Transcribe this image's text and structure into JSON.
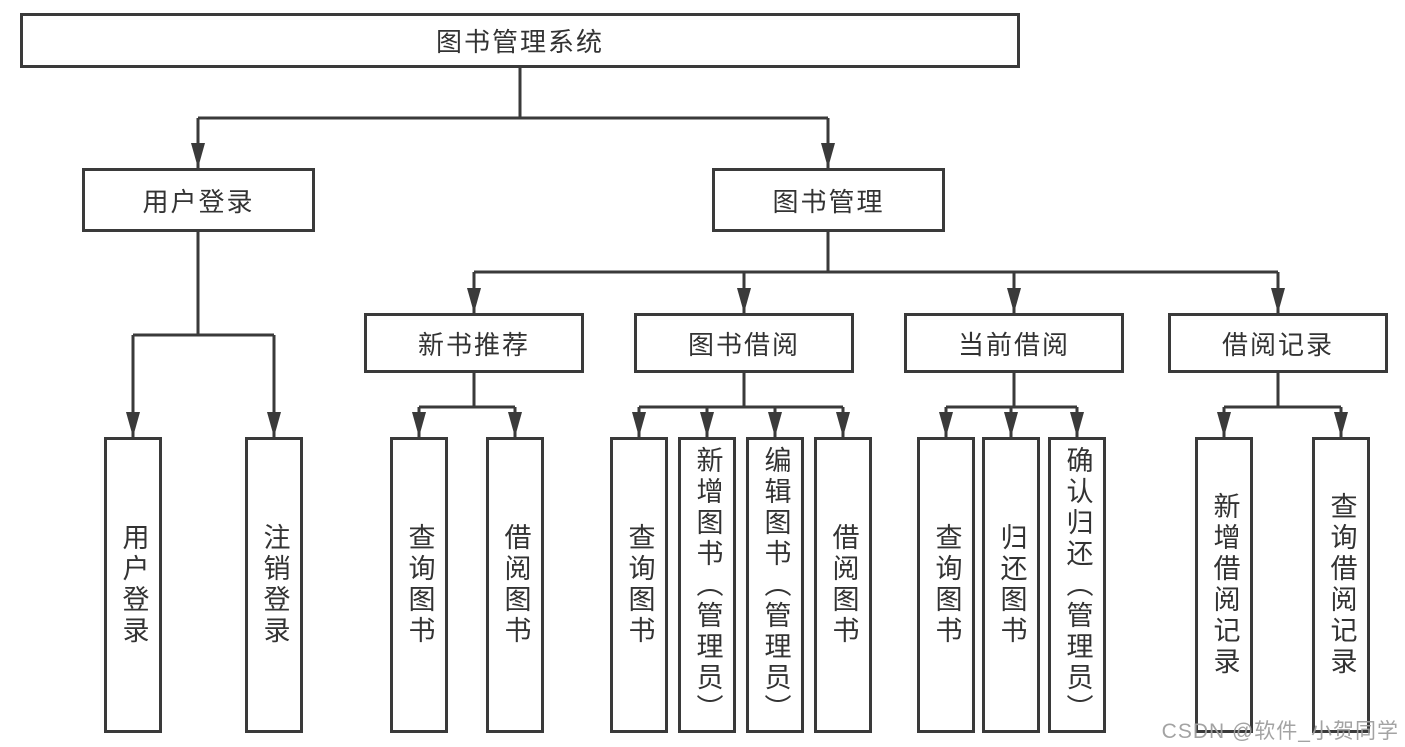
{
  "diagram": {
    "root": {
      "label": "图书管理系统"
    },
    "level2": [
      {
        "label": "用户登录"
      },
      {
        "label": "图书管理"
      }
    ],
    "level3": [
      {
        "label": "新书推荐"
      },
      {
        "label": "图书借阅"
      },
      {
        "label": "当前借阅"
      },
      {
        "label": "借阅记录"
      }
    ],
    "leaves": [
      {
        "label": "用户登录"
      },
      {
        "label": "注销登录"
      },
      {
        "label": "查询图书"
      },
      {
        "label": "借阅图书"
      },
      {
        "label": "查询图书"
      },
      {
        "label": "新增图书（管理员）"
      },
      {
        "label": "编辑图书（管理员）"
      },
      {
        "label": "借阅图书"
      },
      {
        "label": "查询图书"
      },
      {
        "label": "归还图书"
      },
      {
        "label": "确认归还（管理员）"
      },
      {
        "label": "新增借阅记录"
      },
      {
        "label": "查询借阅记录"
      }
    ],
    "watermark": "CSDN @软件_小贺同学",
    "colors": {
      "line": "#3a3a3a",
      "text": "#333333",
      "background": "#ffffff",
      "watermark": "#9e9e9e"
    }
  }
}
